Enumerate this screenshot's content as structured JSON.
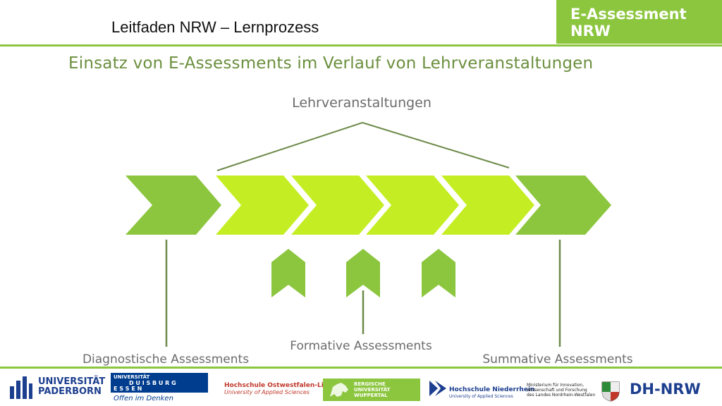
{
  "header": {
    "title": "Leitfaden NRW – Lernprozess"
  },
  "brand": {
    "line1": "E-Assessment",
    "line2": "NRW"
  },
  "heading": "Einsatz von E-Assessments im Verlauf von Lehrveranstaltungen",
  "diagram": {
    "top_label": "Lehrveranstaltungen",
    "diagnostic_label": "Diagnostische Assessments",
    "formative_label": "Formative Assessments",
    "summative_label": "Summative Assessments",
    "colors": {
      "dark_green": "#8cc63f",
      "light_green": "#c4ee23",
      "line": "#6e8a4a"
    }
  },
  "footer": {
    "upb_line1": "UNIVERSITÄT",
    "upb_line2": "PADERBORN",
    "ude_line1": "UNIVERSITÄT",
    "ude_line2": "D U I S B U R G",
    "ude_line3": "E S S E N",
    "ude_slogan": "Offen im Denken",
    "owl_line1": "Hochschule Ostwestfalen-Lippe",
    "owl_line2": "University of Applied Sciences",
    "buw_line1": "BERGISCHE",
    "buw_line2": "UNIVERSITÄT",
    "buw_line3": "WUPPERTAL",
    "hsnr_line1": "Hochschule Niederrhein",
    "hsnr_line2": "University of Applied Sciences",
    "miwf_line1": "Ministerium für Innovation,",
    "miwf_line2": "Wissenschaft und Forschung",
    "miwf_line3": "des Landes Nordrhein-Westfalen",
    "dh": "DH-NRW"
  }
}
